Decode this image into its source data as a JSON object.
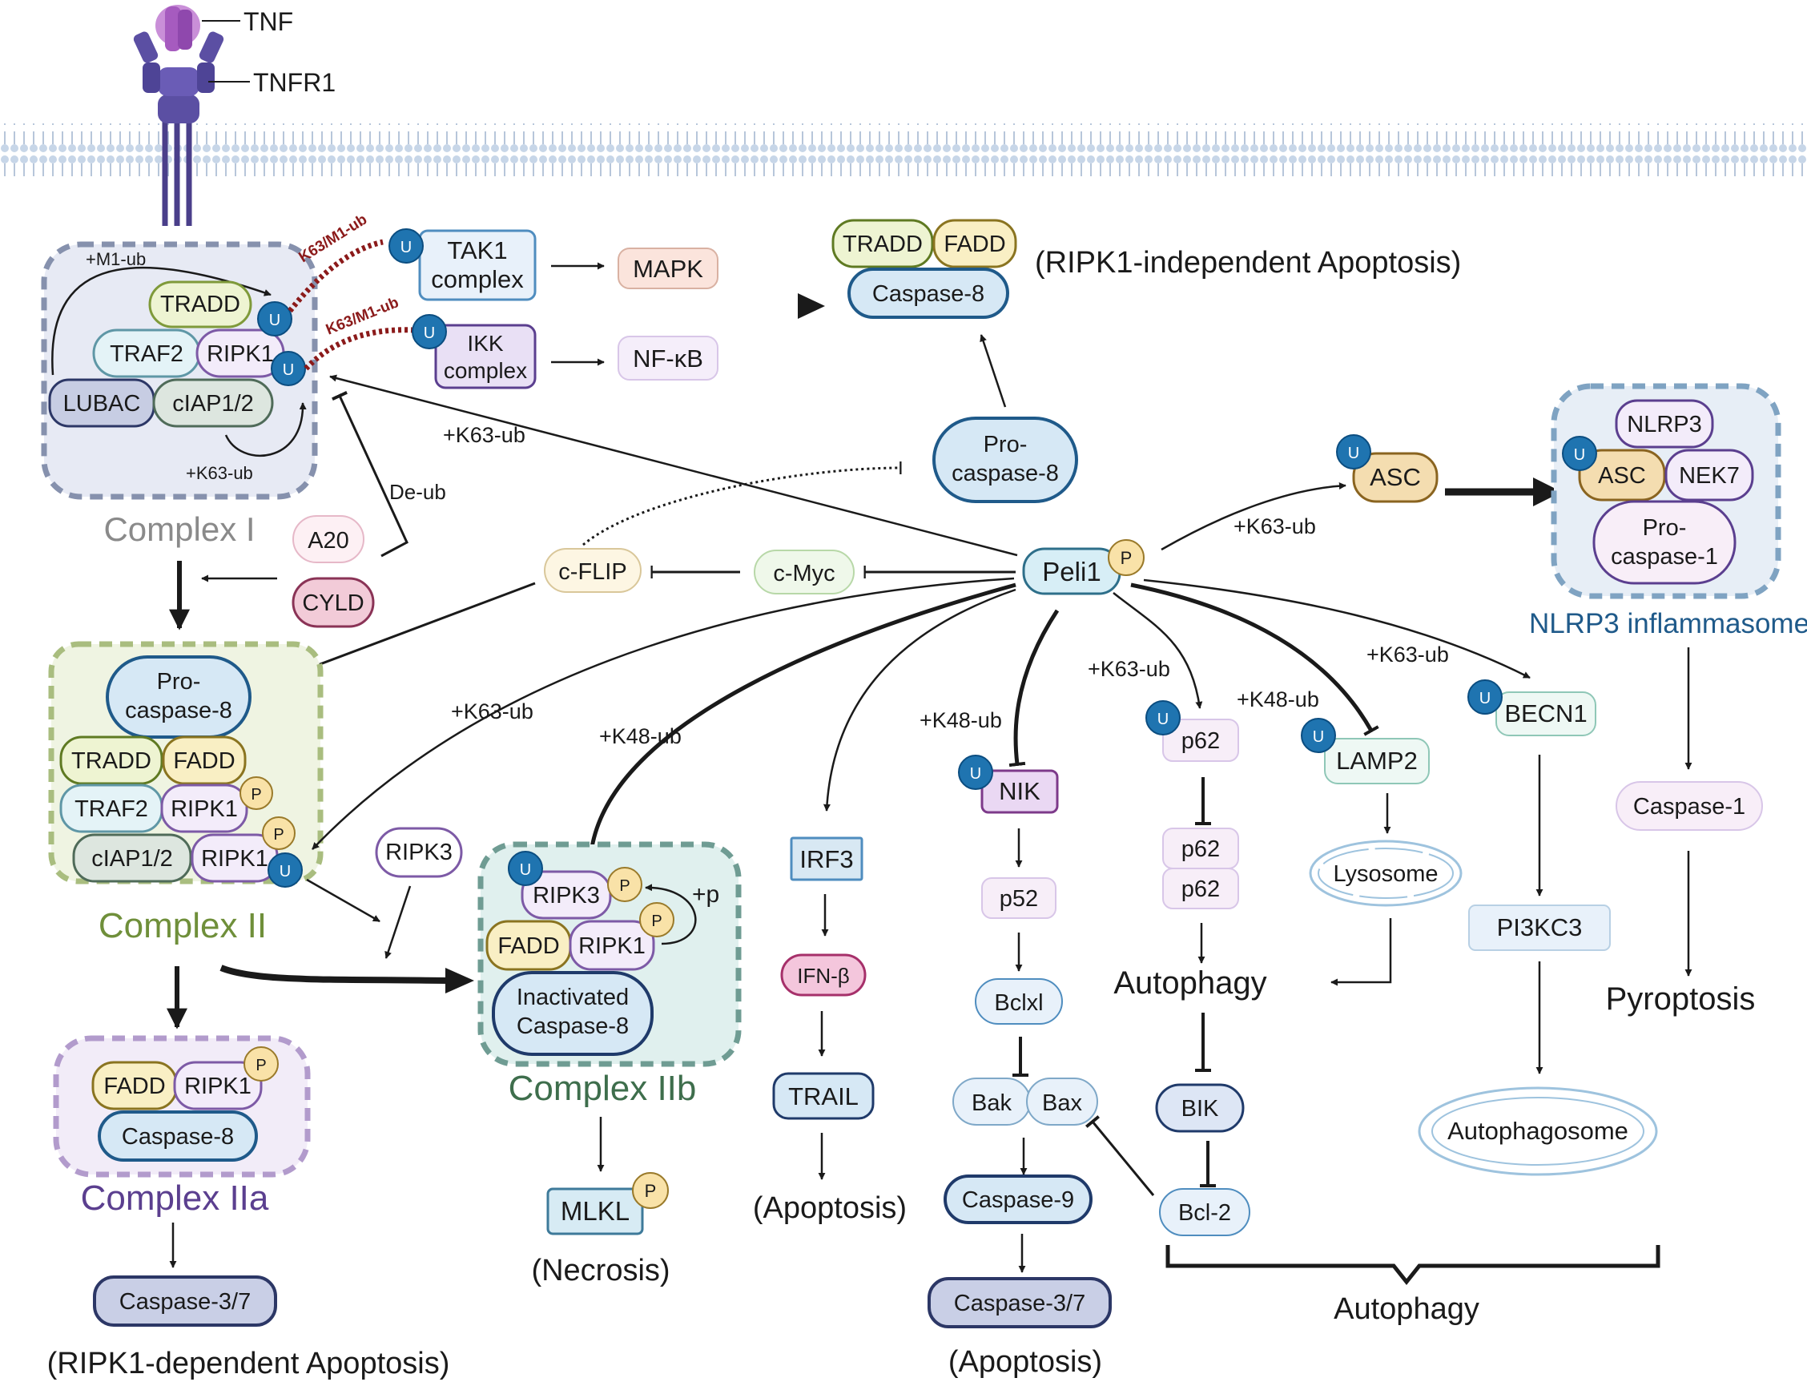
{
  "receptor": {
    "tnf": "TNF",
    "tnfr1": "TNFR1"
  },
  "complex_i": {
    "title": "Complex I",
    "tradd": "TRADD",
    "traf2": "TRAF2",
    "ripk1": "RIPK1",
    "lubac": "LUBAC",
    "ciap": "cIAP1/2",
    "m1ub": "+M1-ub",
    "k63ub": "+K63-ub"
  },
  "links": {
    "k63m1_a": "K63/M1-ub",
    "k63m1_b": "K63/M1-ub",
    "deub": "De-ub",
    "peli_complex_i": "+K63-ub"
  },
  "tak1": {
    "line1": "TAK1",
    "line2": "complex"
  },
  "ikk": {
    "line1": "IKK",
    "line2": "complex"
  },
  "outputs": {
    "mapk": "MAPK",
    "nfkb": "NF-κB"
  },
  "ripk1_indep": {
    "tradd": "TRADD",
    "fadd": "FADD",
    "casp8": "Caspase-8",
    "caption": "(RIPK1-independent Apoptosis)"
  },
  "procasp8_top": {
    "line1": "Pro-",
    "line2": "caspase-8"
  },
  "regulators": {
    "a20": "A20",
    "cyld": "CYLD",
    "cflip": "c-FLIP",
    "cmyc": "c-Myc"
  },
  "peli1": {
    "label": "Peli1"
  },
  "badges": {
    "u": "U",
    "p": "P"
  },
  "complex_ii": {
    "title": "Complex II",
    "pro1": "Pro-",
    "pro2": "caspase-8",
    "tradd": "TRADD",
    "fadd": "FADD",
    "traf2": "TRAF2",
    "ripk1_a": "RIPK1",
    "ciap": "cIAP1/2",
    "ripk1_b": "RIPK1"
  },
  "edges": {
    "k63_ii": "+K63-ub",
    "k48_iib": "+K48-ub",
    "k48_nik": "+K48-ub",
    "k63_p62": "+K63-ub",
    "k48_lamp2": "+K48-ub",
    "k63_becn1": "+K63-ub",
    "k63_asc": "+K63-ub"
  },
  "ripk3_free": "RIPK3",
  "complex_iib": {
    "title": "Complex IIb",
    "ripk3": "RIPK3",
    "fadd": "FADD",
    "ripk1": "RIPK1",
    "inact1": "Inactivated",
    "inact2": "Caspase-8",
    "plus_p": "+p"
  },
  "necrosis": {
    "mlkl": "MLKL",
    "caption": "(Necrosis)"
  },
  "complex_iia": {
    "title": "Complex IIa",
    "fadd": "FADD",
    "ripk1": "RIPK1",
    "casp8": "Caspase-8"
  },
  "casp37_left": "Caspase-3/7",
  "ripk1_dep_caption": "(RIPK1-dependent Apoptosis)",
  "irf3_path": {
    "irf3": "IRF3",
    "ifnb": "IFN-β",
    "trail": "TRAIL",
    "caption": "(Apoptosis)"
  },
  "nik_path": {
    "nik": "NIK",
    "p52": "p52",
    "bclxl": "Bclxl",
    "bak": "Bak",
    "bax": "Bax",
    "casp9": "Caspase-9",
    "casp37": "Caspase-3/7",
    "caption": "(Apoptosis)"
  },
  "p62_path": {
    "p62": "p62",
    "p62_a": "p62",
    "p62_b": "p62",
    "autophagy": "Autophagy",
    "bik": "BIK",
    "bcl2": "Bcl-2"
  },
  "lamp2_path": {
    "lamp2": "LAMP2",
    "lysosome": "Lysosome"
  },
  "becn1_path": {
    "becn1": "BECN1",
    "pi3kc3": "PI3KC3",
    "autophagosome": "Autophagosome"
  },
  "brace_caption": "Autophagy",
  "asc": "ASC",
  "inflammasome": {
    "nlrp3": "NLRP3",
    "asc": "ASC",
    "nek7": "NEK7",
    "pro1": "Pro-",
    "pro2": "caspase-1",
    "title": "NLRP3 inflammasome"
  },
  "pyro": {
    "casp1": "Caspase-1",
    "caption": "Pyroptosis"
  }
}
